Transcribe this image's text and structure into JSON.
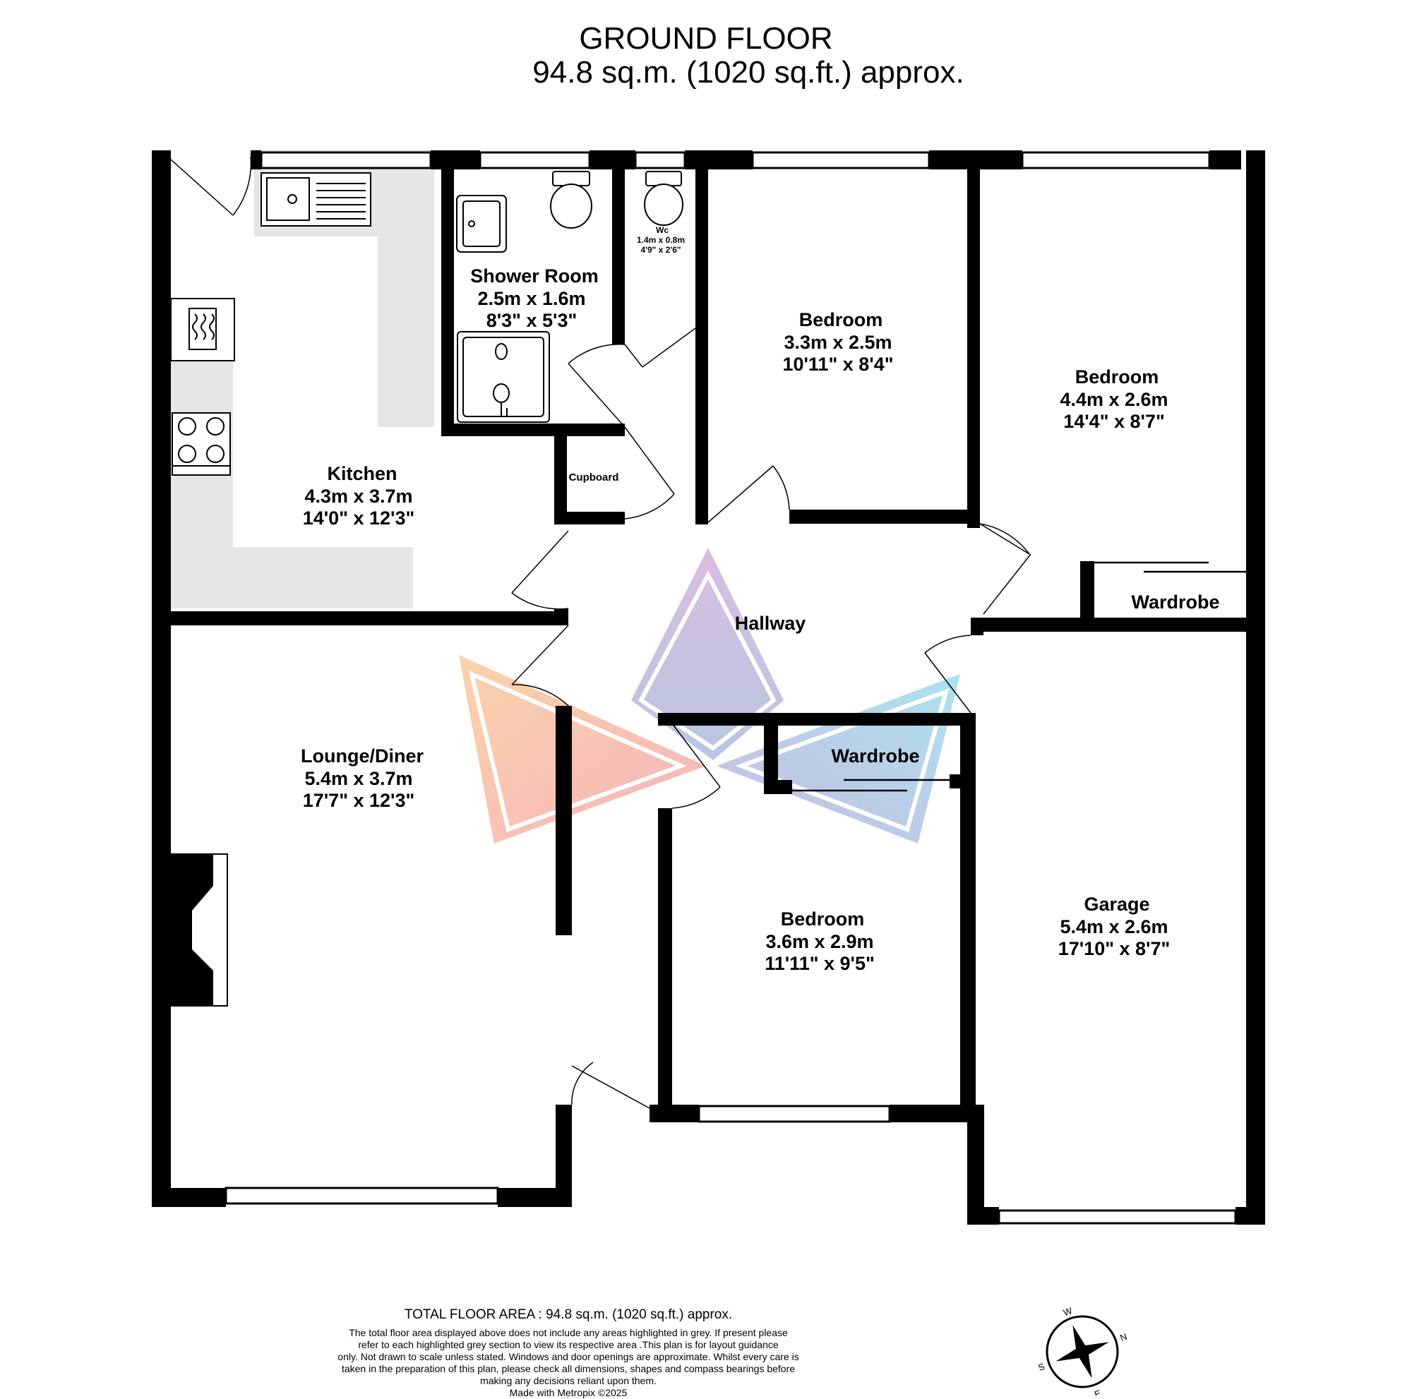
{
  "header": {
    "floor_name": "GROUND FLOOR",
    "floor_area": "94.8 sq.m. (1020 sq.ft.) approx."
  },
  "rooms": {
    "kitchen": {
      "name": "Kitchen",
      "metric": "4.3m  x 3.7m",
      "imperial": "14'0\"  x 12'3\""
    },
    "shower_room": {
      "name": "Shower Room",
      "metric": "2.5m  x 1.6m",
      "imperial": "8'3\"  x 5'3\""
    },
    "wc": {
      "name": "Wc",
      "metric": "1.4m  x 0.8m",
      "imperial": "4'9\"  x 2'6\""
    },
    "bedroom_1": {
      "name": "Bedroom",
      "metric": "3.3m  x 2.5m",
      "imperial": "10'11\"  x 8'4\""
    },
    "bedroom_2": {
      "name": "Bedroom",
      "metric": "4.4m  x 2.6m",
      "imperial": "14'4\"  x 8'7\""
    },
    "bedroom_3": {
      "name": "Bedroom",
      "metric": "3.6m  x 2.9m",
      "imperial": "11'11\"  x 9'5\""
    },
    "lounge": {
      "name": "Lounge/Diner",
      "metric": "5.4m  x 3.7m",
      "imperial": "17'7\"  x 12'3\""
    },
    "garage": {
      "name": "Garage",
      "metric": "5.4m  x 2.6m",
      "imperial": "17'10\"  x 8'7\""
    },
    "hallway": {
      "name": "Hallway"
    },
    "cupboard": {
      "name": "Cupboard"
    },
    "wardrobe_1": {
      "name": "Wardrobe"
    },
    "wardrobe_2": {
      "name": "Wardrobe"
    }
  },
  "compass": {
    "n": "N",
    "e": "E",
    "s": "S",
    "w": "W"
  },
  "footer": {
    "total": "TOTAL FLOOR AREA : 94.8 sq.m. (1020 sq.ft.) approx.",
    "note_lines": [
      "The total floor area displayed above does not include any areas highlighted in grey. If present please",
      "refer to each highlighted grey section to view its respective area .This plan is for layout guidance",
      "only. Not drawn to scale unless stated. Windows and door openings are approximate. Whilst every care is",
      "taken in the preparation of this plan, please check all dimensions, shapes and compass bearings before",
      "making any decisions reliant upon them."
    ],
    "credit": "Made with Metropix ©2025"
  },
  "colors": {
    "wall": "#000000",
    "grey_area": "#e6e6e6",
    "watermark_purple": "#b9a9cf",
    "watermark_orange": "#f6b98f",
    "watermark_blue": "#9fd8ea"
  }
}
